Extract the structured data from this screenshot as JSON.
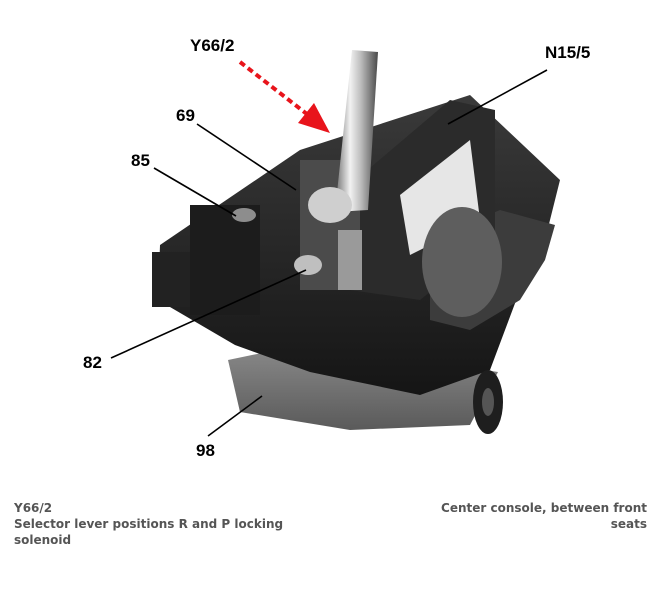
{
  "callouts": {
    "y66_2": "Y66/2",
    "n15_5": "N15/5",
    "c69": "69",
    "c85": "85",
    "c82": "82",
    "c98": "98"
  },
  "caption": {
    "code": "Y66/2",
    "description_line1": "Selector lever positions R and P locking",
    "description_line2": "solenoid",
    "location_line1": "Center console, between front",
    "location_line2": "seats"
  },
  "colors": {
    "arrow": "#e8141b",
    "caption_text": "#555555"
  }
}
